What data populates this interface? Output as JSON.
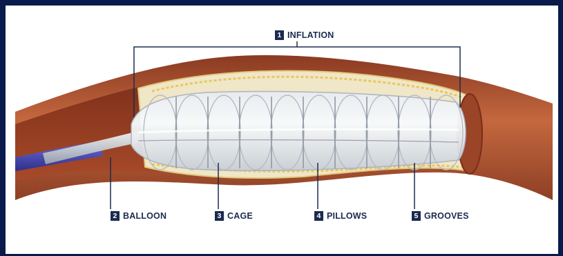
{
  "labels": [
    {
      "number": "1",
      "text": "INFLATION"
    },
    {
      "number": "2",
      "text": "BALLOON"
    },
    {
      "number": "3",
      "text": "CAGE"
    },
    {
      "number": "4",
      "text": "PILLOWS"
    },
    {
      "number": "5",
      "text": "GROOVES"
    }
  ],
  "colors": {
    "background": "#0a1a4a",
    "panel": "#ffffff",
    "label": "#1b2b4f",
    "vessel": "#b85a3a",
    "plaque": "#f0e6c8",
    "catheter": "#4a4ab0"
  }
}
